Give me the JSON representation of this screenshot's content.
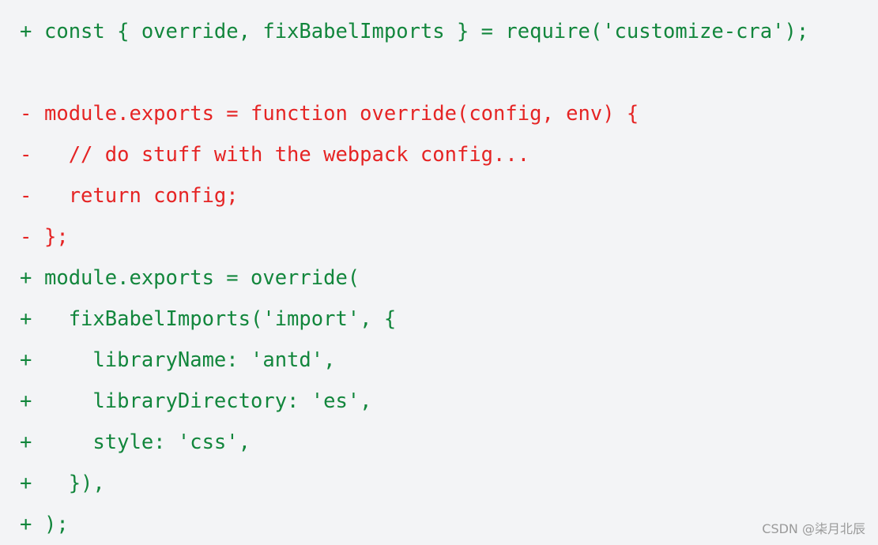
{
  "colors": {
    "added": "#12863c",
    "removed": "#e52424",
    "background": "#f3f4f6"
  },
  "lines": [
    {
      "type": "added",
      "marker": "+",
      "text": "const { override, fixBabelImports } = require('customize-cra');"
    },
    {
      "type": "blank",
      "marker": "",
      "text": ""
    },
    {
      "type": "removed",
      "marker": "-",
      "text": "module.exports = function override(config, env) {"
    },
    {
      "type": "removed",
      "marker": "-",
      "text": "  // do stuff with the webpack config..."
    },
    {
      "type": "removed",
      "marker": "-",
      "text": "  return config;"
    },
    {
      "type": "removed",
      "marker": "-",
      "text": "};"
    },
    {
      "type": "added",
      "marker": "+",
      "text": "module.exports = override("
    },
    {
      "type": "added",
      "marker": "+",
      "text": "  fixBabelImports('import', {"
    },
    {
      "type": "added",
      "marker": "+",
      "text": "    libraryName: 'antd',"
    },
    {
      "type": "added",
      "marker": "+",
      "text": "    libraryDirectory: 'es',"
    },
    {
      "type": "added",
      "marker": "+",
      "text": "    style: 'css',"
    },
    {
      "type": "added",
      "marker": "+",
      "text": "  }),"
    },
    {
      "type": "added",
      "marker": "+",
      "text": ");"
    }
  ],
  "watermark": "CSDN @柒月北辰"
}
